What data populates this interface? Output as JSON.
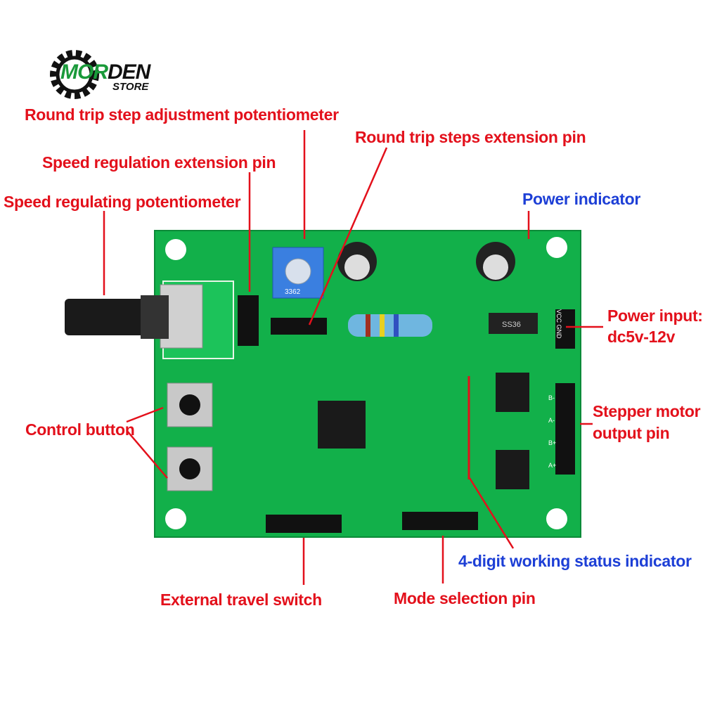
{
  "logo": {
    "brand_part1": "MOR",
    "brand_part2": "DEN",
    "sub": "STORE"
  },
  "labels": {
    "round_trip_pot": "Round trip step adjustment potentiometer",
    "round_trip_ext": "Round trip steps extension pin",
    "speed_ext": "Speed regulation extension pin",
    "speed_pot": "Speed regulating potentiometer",
    "power_indicator": "Power indicator",
    "power_input_1": "Power input:",
    "power_input_2": "dc5v-12v",
    "stepper_1": "Stepper motor",
    "stepper_2": "output pin",
    "control_button": "Control button",
    "status_indicator": "4-digit working status indicator",
    "travel_switch": "External travel switch",
    "mode_pin": "Mode selection pin"
  },
  "board": {
    "pot_marking": "3362",
    "diode_marking": "SS36",
    "power_pins": [
      "VCC",
      "GND"
    ],
    "motor_pins": [
      "B-",
      "A-",
      "B+",
      "A+"
    ]
  },
  "colors": {
    "label_red": "#e3101b",
    "label_blue": "#1d3fd6",
    "pcb_green": "#12b04a"
  }
}
